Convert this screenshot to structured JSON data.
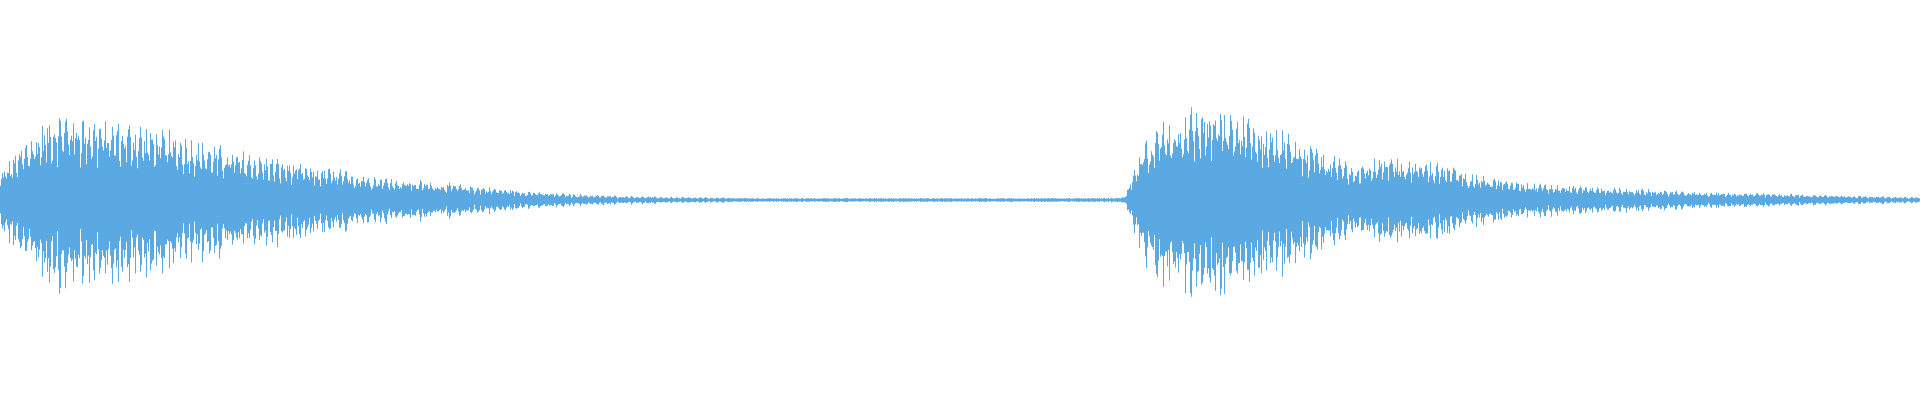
{
  "waveform": {
    "color": "#5aa9e2",
    "background": "#ffffff",
    "envelope_samples": [
      0.3,
      0.55,
      0.78,
      0.95,
      0.92,
      0.86,
      0.84,
      0.8,
      0.76,
      0.7,
      0.64,
      0.58,
      0.52,
      0.48,
      0.44,
      0.4,
      0.36,
      0.33,
      0.3,
      0.27,
      0.24,
      0.22,
      0.2,
      0.18,
      0.16,
      0.14,
      0.12,
      0.1,
      0.08,
      0.07,
      0.06,
      0.05,
      0.045,
      0.04,
      0.035,
      0.03,
      0.028,
      0.026,
      0.024,
      0.022,
      0.02,
      0.02,
      0.02,
      0.02,
      0.02,
      0.02,
      0.02,
      0.02,
      0.02,
      0.02,
      0.02,
      0.02,
      0.02,
      0.02,
      0.02,
      0.02,
      0.02,
      0.02,
      0.03,
      0.6,
      0.85,
      0.95,
      0.98,
      0.96,
      0.9,
      0.82,
      0.74,
      0.64,
      0.52,
      0.44,
      0.4,
      0.42,
      0.46,
      0.44,
      0.4,
      0.34,
      0.28,
      0.24,
      0.2,
      0.18,
      0.16,
      0.15,
      0.14,
      0.13,
      0.12,
      0.11,
      0.1,
      0.09,
      0.085,
      0.08,
      0.075,
      0.07,
      0.065,
      0.06,
      0.055,
      0.05,
      0.045,
      0.04,
      0.035,
      0.03
    ]
  }
}
